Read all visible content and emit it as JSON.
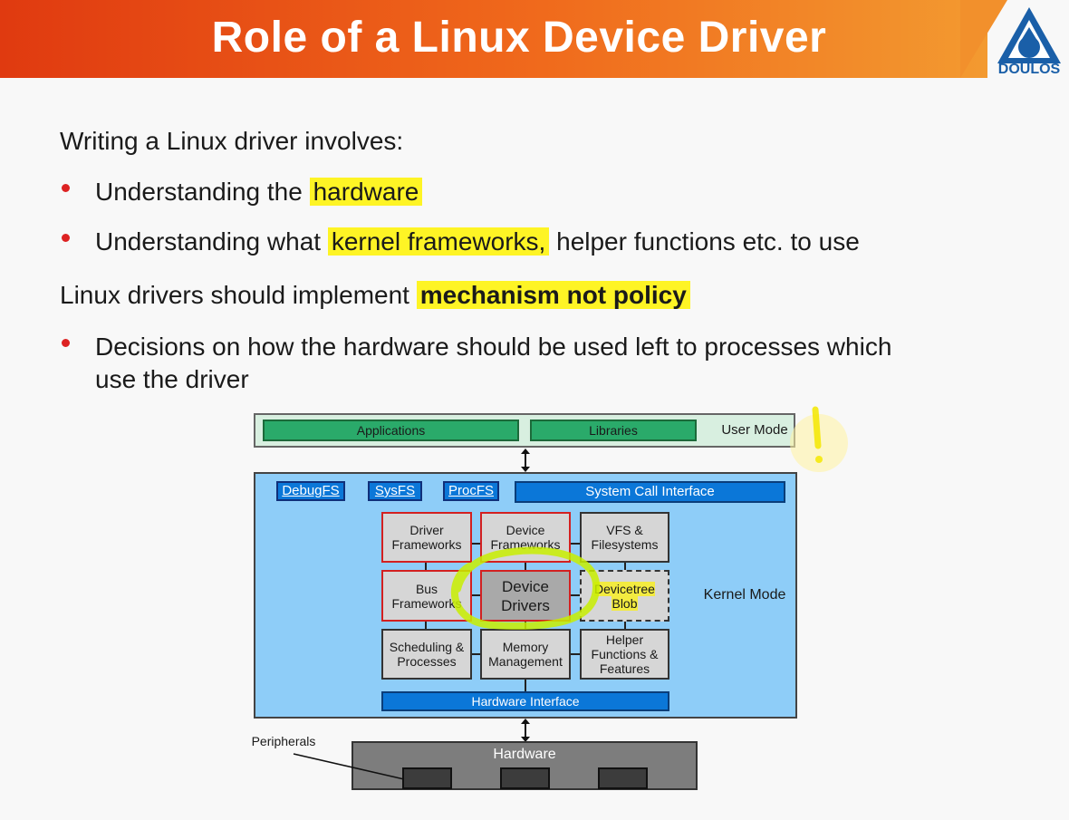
{
  "header": {
    "title": "Role of a Linux Device Driver",
    "logo_text": "DOULOS"
  },
  "body": {
    "intro": "Writing a Linux driver involves:",
    "bullet1_prefix": "Understanding the ",
    "bullet1_highlight": "hardware",
    "bullet2_prefix": "Understanding what ",
    "bullet2_highlight": "kernel frameworks,",
    "bullet2_suffix": " helper functions etc. to use",
    "principle_prefix": "Linux drivers should implement ",
    "principle_highlight": "mechanism not policy",
    "bullet3_line1": "Decisions on how the hardware should be used left to processes which",
    "bullet3_line2": "use the driver"
  },
  "diagram": {
    "user_mode": {
      "applications": "Applications",
      "libraries": "Libraries",
      "label": "User Mode"
    },
    "kernel_tabs": {
      "debugfs": "DebugFS",
      "sysfs": "SysFS",
      "procfs": "ProcFS",
      "syscall": "System Call Interface"
    },
    "kernel_label": "Kernel Mode",
    "grid": {
      "driver_frameworks": [
        "Driver",
        "Frameworks"
      ],
      "device_frameworks": [
        "Device",
        "Frameworks"
      ],
      "vfs": [
        "VFS &",
        "Filesystems"
      ],
      "bus_frameworks": [
        "Bus",
        "Frameworks"
      ],
      "device_drivers": [
        "Device",
        "Drivers"
      ],
      "devicetree": [
        "Devicetree",
        "Blob"
      ],
      "scheduling": [
        "Scheduling &",
        "Processes"
      ],
      "memory": [
        "Memory",
        "Management"
      ],
      "helper": [
        "Helper",
        "Functions &",
        "Features"
      ]
    },
    "hardware_interface": "Hardware Interface",
    "hardware": "Hardware",
    "peripherals": "Peripherals"
  },
  "colors": {
    "banner": "#e8481a",
    "bullet": "#dd2222",
    "highlight": "#fff300",
    "kernel_bg": "#8ecdf8",
    "user_bg": "#d8efe0"
  }
}
